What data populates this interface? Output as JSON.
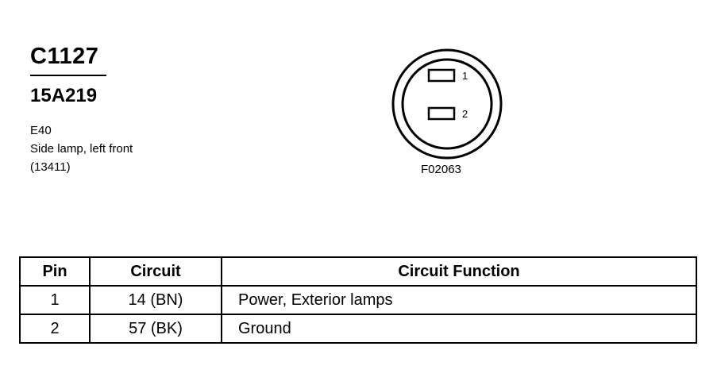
{
  "header": {
    "connector_id": "C1127",
    "part_number": "15A219",
    "location_code": "E40",
    "description": "Side lamp, left front",
    "reference": "(13411)"
  },
  "diagram": {
    "pins": [
      "1",
      "2"
    ],
    "figure_code": "F02063"
  },
  "table": {
    "headers": {
      "pin": "Pin",
      "circuit": "Circuit",
      "function": "Circuit Function"
    },
    "rows": [
      {
        "pin": "1",
        "circuit": "14 (BN)",
        "function": "Power, Exterior lamps"
      },
      {
        "pin": "2",
        "circuit": "57 (BK)",
        "function": "Ground"
      }
    ]
  }
}
